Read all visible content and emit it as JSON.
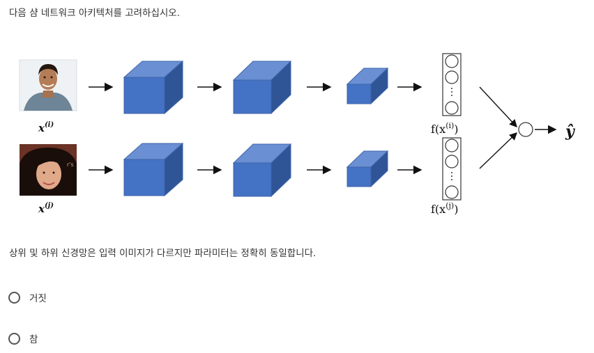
{
  "question": {
    "prompt": "다음 샴 네트워크 아키텍처를 고려하십시오."
  },
  "diagram": {
    "top_input_label": "x",
    "top_input_sup": "(i)",
    "bottom_input_label": "x",
    "bottom_input_sup": "(j)",
    "top_encoding_label": "f(x",
    "top_encoding_sup": "(i)",
    "top_encoding_close": ")",
    "bottom_encoding_label": "f(x",
    "bottom_encoding_sup": "(j)",
    "bottom_encoding_close": ")",
    "output_label": "ŷ",
    "cube_color": "#4472C4"
  },
  "statement": "상위 및 하위 신경망은 입력 이미지가 다르지만 파라미터는 정확히 동일합니다.",
  "options": [
    {
      "label": "거짓"
    },
    {
      "label": "참"
    }
  ]
}
